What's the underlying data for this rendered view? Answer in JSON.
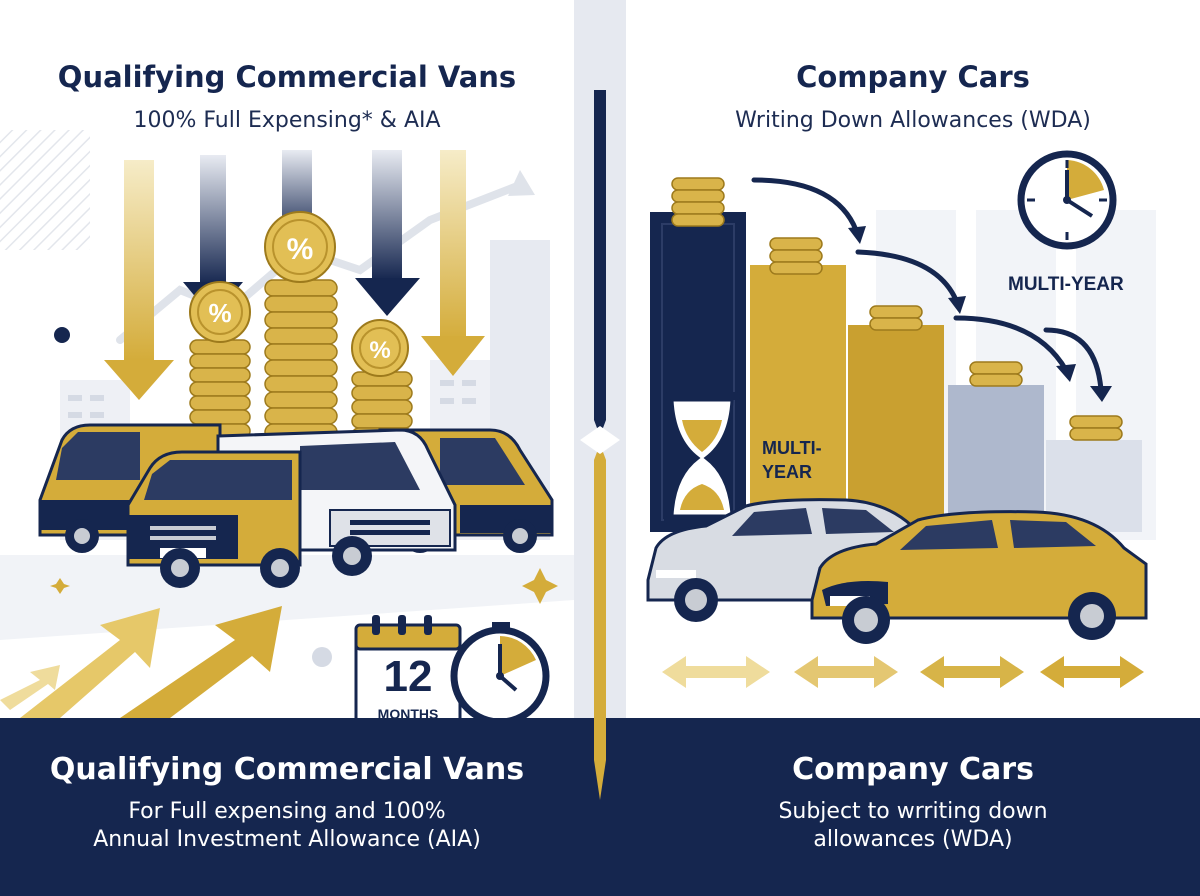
{
  "palette": {
    "navy": "#15264f",
    "gold": "#d4ac3a",
    "gold_dark": "#b38c22",
    "light_gray": "#e6e9f0",
    "silver": "#c8ccd3"
  },
  "left": {
    "heading": "Qualifying Commercial Vans",
    "subheading": "100% Full Expensing* & AIA",
    "coin_badge": "%",
    "calendar": {
      "number": "12",
      "unit": "MONTHS"
    },
    "icons": [
      "down-arrow-icon",
      "coin-stack-icon",
      "percent-icon",
      "van-icon",
      "calendar-icon",
      "stopwatch-icon",
      "up-arrow-icon",
      "sparkle-icon"
    ],
    "footer": {
      "title": "Qualifying Commercial Vans",
      "desc_line1": "For Full expensing and 100%",
      "desc_line2": "Annual Investment Allowance (AIA)"
    }
  },
  "right": {
    "heading": "Company Cars",
    "subheading": "Writing Down Allowances (WDA)",
    "clock_label": "MULTI-YEAR",
    "bar_label_line1": "MULTI-",
    "bar_label_line2": "YEAR",
    "icons": [
      "clock-icon",
      "coin-stack-icon",
      "curved-arrow-icon",
      "hourglass-icon",
      "car-icon",
      "double-arrow-icon"
    ],
    "footer": {
      "title": "Company Cars",
      "desc_line1": "Subject to wrriting down",
      "desc_line2": "allowances (WDA)"
    }
  }
}
